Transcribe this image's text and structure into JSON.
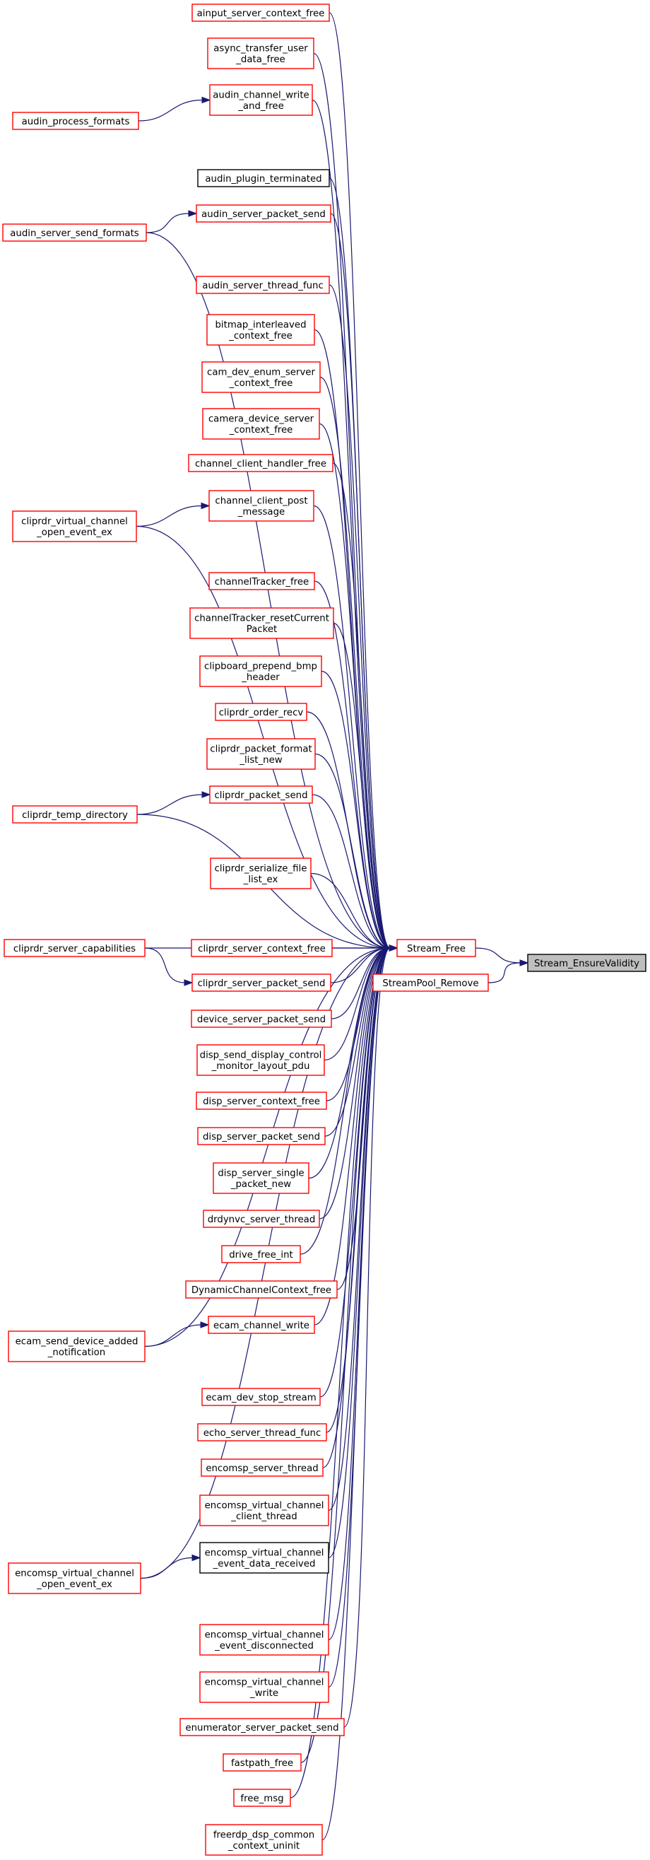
{
  "graph": {
    "root": "Stream_EnsureValidity",
    "nodes": {
      "stream_ensurevalidity": {
        "lines": [
          "Stream_EnsureValidity"
        ],
        "border": "black",
        "fill": "#bfbfbf"
      },
      "stream_free": {
        "lines": [
          "Stream_Free"
        ],
        "border": "red"
      },
      "streampool_remove": {
        "lines": [
          "StreamPool_Remove"
        ],
        "border": "red"
      },
      "ainput_server_context_free": {
        "lines": [
          "ainput_server_context_free"
        ],
        "border": "red"
      },
      "async_transfer_user_data_free": {
        "lines": [
          "async_transfer_user",
          "_data_free"
        ],
        "border": "red"
      },
      "audin_channel_write_and_free": {
        "lines": [
          "audin_channel_write",
          "_and_free"
        ],
        "border": "red"
      },
      "audin_process_formats": {
        "lines": [
          "audin_process_formats"
        ],
        "border": "red"
      },
      "audin_plugin_terminated": {
        "lines": [
          "audin_plugin_terminated"
        ],
        "border": "black"
      },
      "audin_server_packet_send": {
        "lines": [
          "audin_server_packet_send"
        ],
        "border": "red"
      },
      "audin_server_send_formats": {
        "lines": [
          "audin_server_send_formats"
        ],
        "border": "red"
      },
      "audin_server_thread_func": {
        "lines": [
          "audin_server_thread_func"
        ],
        "border": "red"
      },
      "bitmap_interleaved_context_free": {
        "lines": [
          "bitmap_interleaved",
          "_context_free"
        ],
        "border": "red"
      },
      "cam_dev_enum_server_context_free": {
        "lines": [
          "cam_dev_enum_server",
          "_context_free"
        ],
        "border": "red"
      },
      "camera_device_server_context_free": {
        "lines": [
          "camera_device_server",
          "_context_free"
        ],
        "border": "red"
      },
      "channel_client_handler_free": {
        "lines": [
          "channel_client_handler_free"
        ],
        "border": "red"
      },
      "channel_client_post_message": {
        "lines": [
          "channel_client_post",
          "_message"
        ],
        "border": "red"
      },
      "cliprdr_virtual_channel_open_event_ex": {
        "lines": [
          "cliprdr_virtual_channel",
          "_open_event_ex"
        ],
        "border": "red"
      },
      "channeltracker_free": {
        "lines": [
          "channelTracker_free"
        ],
        "border": "red"
      },
      "channeltracker_resetcurrentpacket": {
        "lines": [
          "channelTracker_resetCurrent",
          "Packet"
        ],
        "border": "red"
      },
      "clipboard_prepend_bmp_header": {
        "lines": [
          "clipboard_prepend_bmp",
          "_header"
        ],
        "border": "red"
      },
      "cliprdr_order_recv": {
        "lines": [
          "cliprdr_order_recv"
        ],
        "border": "red"
      },
      "cliprdr_packet_format_list_new": {
        "lines": [
          "cliprdr_packet_format",
          "_list_new"
        ],
        "border": "red"
      },
      "cliprdr_packet_send": {
        "lines": [
          "cliprdr_packet_send"
        ],
        "border": "red"
      },
      "cliprdr_temp_directory": {
        "lines": [
          "cliprdr_temp_directory"
        ],
        "border": "red"
      },
      "cliprdr_serialize_file_list_ex": {
        "lines": [
          "cliprdr_serialize_file",
          "_list_ex"
        ],
        "border": "red"
      },
      "cliprdr_server_capabilities": {
        "lines": [
          "cliprdr_server_capabilities"
        ],
        "border": "red"
      },
      "cliprdr_server_context_free": {
        "lines": [
          "cliprdr_server_context_free"
        ],
        "border": "red"
      },
      "cliprdr_server_packet_send": {
        "lines": [
          "cliprdr_server_packet_send"
        ],
        "border": "red"
      },
      "device_server_packet_send": {
        "lines": [
          "device_server_packet_send"
        ],
        "border": "red"
      },
      "disp_send_display_control_monitor_layout_pdu": {
        "lines": [
          "disp_send_display_control",
          "_monitor_layout_pdu"
        ],
        "border": "red"
      },
      "disp_server_context_free": {
        "lines": [
          "disp_server_context_free"
        ],
        "border": "red"
      },
      "disp_server_packet_send": {
        "lines": [
          "disp_server_packet_send"
        ],
        "border": "red"
      },
      "disp_server_single_packet_new": {
        "lines": [
          "disp_server_single",
          "_packet_new"
        ],
        "border": "red"
      },
      "drdynvc_server_thread": {
        "lines": [
          "drdynvc_server_thread"
        ],
        "border": "red"
      },
      "drive_free_int": {
        "lines": [
          "drive_free_int"
        ],
        "border": "red"
      },
      "dynamicchannelcontext_free": {
        "lines": [
          "DynamicChannelContext_free"
        ],
        "border": "red"
      },
      "ecam_channel_write": {
        "lines": [
          "ecam_channel_write"
        ],
        "border": "red"
      },
      "ecam_send_device_added_notification": {
        "lines": [
          "ecam_send_device_added",
          "_notification"
        ],
        "border": "red"
      },
      "ecam_dev_stop_stream": {
        "lines": [
          "ecam_dev_stop_stream"
        ],
        "border": "red"
      },
      "echo_server_thread_func": {
        "lines": [
          "echo_server_thread_func"
        ],
        "border": "red"
      },
      "encomsp_server_thread": {
        "lines": [
          "encomsp_server_thread"
        ],
        "border": "red"
      },
      "encomsp_virtual_channel_client_thread": {
        "lines": [
          "encomsp_virtual_channel",
          "_client_thread"
        ],
        "border": "red"
      },
      "encomsp_virtual_channel_event_data_received": {
        "lines": [
          "encomsp_virtual_channel",
          "_event_data_received"
        ],
        "border": "black"
      },
      "encomsp_virtual_channel_open_event_ex": {
        "lines": [
          "encomsp_virtual_channel",
          "_open_event_ex"
        ],
        "border": "red"
      },
      "encomsp_virtual_channel_event_disconnected": {
        "lines": [
          "encomsp_virtual_channel",
          "_event_disconnected"
        ],
        "border": "red"
      },
      "encomsp_virtual_channel_write": {
        "lines": [
          "encomsp_virtual_channel",
          "_write"
        ],
        "border": "red"
      },
      "enumerator_server_packet_send": {
        "lines": [
          "enumerator_server_packet_send"
        ],
        "border": "red"
      },
      "fastpath_free": {
        "lines": [
          "fastpath_free"
        ],
        "border": "red"
      },
      "free_msg": {
        "lines": [
          "free_msg"
        ],
        "border": "red"
      },
      "freerdp_dsp_common_context_uninit": {
        "lines": [
          "freerdp_dsp_common",
          "_context_uninit"
        ],
        "border": "red"
      }
    },
    "edges": [
      {
        "from": "stream_free",
        "to": "stream_ensurevalidity"
      },
      {
        "from": "streampool_remove",
        "to": "stream_ensurevalidity"
      },
      {
        "from": "ainput_server_context_free",
        "to": "stream_free"
      },
      {
        "from": "async_transfer_user_data_free",
        "to": "stream_free"
      },
      {
        "from": "audin_channel_write_and_free",
        "to": "stream_free"
      },
      {
        "from": "audin_process_formats",
        "to": "audin_channel_write_and_free"
      },
      {
        "from": "audin_plugin_terminated",
        "to": "stream_free"
      },
      {
        "from": "audin_server_packet_send",
        "to": "stream_free"
      },
      {
        "from": "audin_server_send_formats",
        "to": "audin_server_packet_send"
      },
      {
        "from": "audin_server_send_formats",
        "to": "stream_free"
      },
      {
        "from": "audin_server_thread_func",
        "to": "stream_free"
      },
      {
        "from": "bitmap_interleaved_context_free",
        "to": "stream_free"
      },
      {
        "from": "cam_dev_enum_server_context_free",
        "to": "stream_free"
      },
      {
        "from": "camera_device_server_context_free",
        "to": "stream_free"
      },
      {
        "from": "channel_client_handler_free",
        "to": "stream_free"
      },
      {
        "from": "channel_client_post_message",
        "to": "stream_free"
      },
      {
        "from": "cliprdr_virtual_channel_open_event_ex",
        "to": "channel_client_post_message"
      },
      {
        "from": "cliprdr_virtual_channel_open_event_ex",
        "to": "stream_free"
      },
      {
        "from": "channeltracker_free",
        "to": "stream_free"
      },
      {
        "from": "channeltracker_resetcurrentpacket",
        "to": "stream_free"
      },
      {
        "from": "clipboard_prepend_bmp_header",
        "to": "stream_free"
      },
      {
        "from": "cliprdr_order_recv",
        "to": "stream_free"
      },
      {
        "from": "cliprdr_packet_format_list_new",
        "to": "stream_free"
      },
      {
        "from": "cliprdr_packet_send",
        "to": "stream_free"
      },
      {
        "from": "cliprdr_temp_directory",
        "to": "cliprdr_packet_send"
      },
      {
        "from": "cliprdr_temp_directory",
        "to": "stream_free"
      },
      {
        "from": "cliprdr_serialize_file_list_ex",
        "to": "stream_free"
      },
      {
        "from": "cliprdr_server_capabilities",
        "to": "stream_free"
      },
      {
        "from": "cliprdr_server_capabilities",
        "to": "cliprdr_server_packet_send"
      },
      {
        "from": "cliprdr_server_context_free",
        "to": "stream_free"
      },
      {
        "from": "cliprdr_server_packet_send",
        "to": "stream_free"
      },
      {
        "from": "device_server_packet_send",
        "to": "stream_free"
      },
      {
        "from": "disp_send_display_control_monitor_layout_pdu",
        "to": "stream_free"
      },
      {
        "from": "disp_server_context_free",
        "to": "stream_free"
      },
      {
        "from": "disp_server_packet_send",
        "to": "stream_free"
      },
      {
        "from": "disp_server_single_packet_new",
        "to": "stream_free"
      },
      {
        "from": "drdynvc_server_thread",
        "to": "stream_free"
      },
      {
        "from": "drive_free_int",
        "to": "stream_free"
      },
      {
        "from": "dynamicchannelcontext_free",
        "to": "stream_free"
      },
      {
        "from": "ecam_channel_write",
        "to": "stream_free"
      },
      {
        "from": "ecam_send_device_added_notification",
        "to": "ecam_channel_write"
      },
      {
        "from": "ecam_send_device_added_notification",
        "to": "stream_free"
      },
      {
        "from": "ecam_dev_stop_stream",
        "to": "stream_free"
      },
      {
        "from": "echo_server_thread_func",
        "to": "stream_free"
      },
      {
        "from": "encomsp_server_thread",
        "to": "stream_free"
      },
      {
        "from": "encomsp_virtual_channel_client_thread",
        "to": "stream_free"
      },
      {
        "from": "encomsp_virtual_channel_event_data_received",
        "to": "stream_free"
      },
      {
        "from": "encomsp_virtual_channel_open_event_ex",
        "to": "encomsp_virtual_channel_event_data_received"
      },
      {
        "from": "encomsp_virtual_channel_open_event_ex",
        "to": "stream_free"
      },
      {
        "from": "encomsp_virtual_channel_event_disconnected",
        "to": "stream_free"
      },
      {
        "from": "encomsp_virtual_channel_write",
        "to": "stream_free"
      },
      {
        "from": "enumerator_server_packet_send",
        "to": "stream_free"
      },
      {
        "from": "fastpath_free",
        "to": "stream_free"
      },
      {
        "from": "free_msg",
        "to": "stream_free"
      },
      {
        "from": "freerdp_dsp_common_context_uninit",
        "to": "stream_free"
      }
    ],
    "colors": {
      "edge": "#191970",
      "border_red": "#ff0000",
      "border_black": "#000000",
      "root_fill": "#bfbfbf",
      "background": "#ffffff"
    }
  }
}
